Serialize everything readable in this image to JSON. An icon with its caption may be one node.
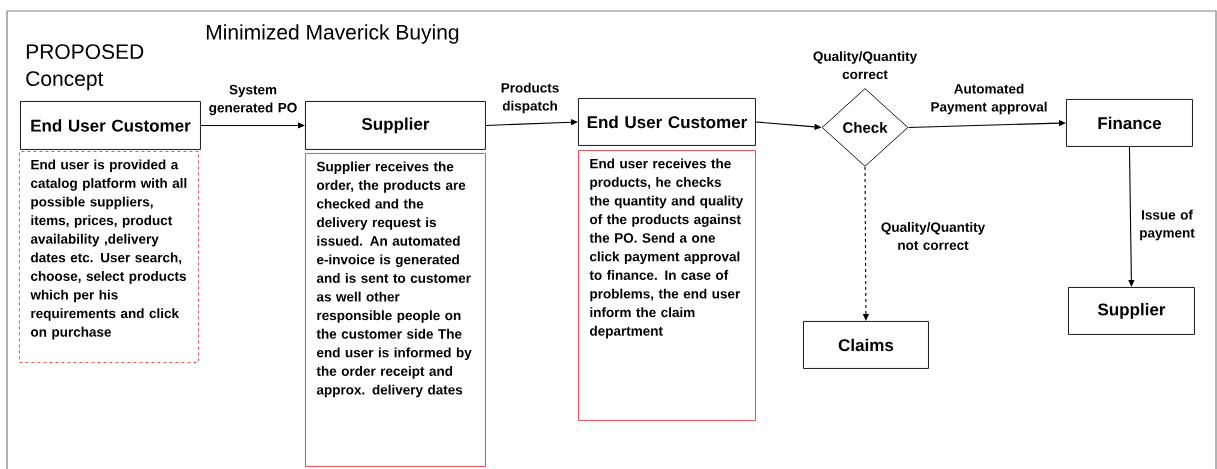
{
  "diagram": {
    "title": "Minimized Maverick Buying",
    "nodes": [
      {
        "text": [
          "End User Customer"
        ]
      },
      {
        "text": [
          "End user is provided a catalog platform with all possible suppliers, items, prices, product availability ,delivery dates etc. User search, choose, select products which per his requirements and click on purchase"
        ]
      },
      {
        "text": [
          "Supplier"
        ]
      },
      {
        "text": [
          "Supplier receives the order, the products are checked and the delivery request is issued. An automated e-invoice is generated and is sent to customer as well other responsible people on the customer side The end user is informed by the order receipt and approx. delivery dates"
        ]
      },
      {
        "text": [
          "End User Customer"
        ]
      },
      {
        "text": [
          "End user receives the products, he checks the quantity and quality of the products against the PO. Send a one click payment approval to finance. In case of problems, the end user inform the claim department"
        ]
      },
      {
        "text": [
          "Check"
        ],
        "beside": [
          "Quality/Quantity correct"
        ]
      },
      {
        "text": [
          "Finance"
        ]
      },
      {
        "text": [
          "Claims"
        ]
      },
      {
        "text": [
          "Supplier"
        ]
      }
    ],
    "edges": [
      {
        "from": 0,
        "to": 2,
        "arrow": "to",
        "label": "System generated PO"
      },
      {
        "from": 2,
        "to": 4,
        "arrow": "to",
        "label": "Products dispatch"
      },
      {
        "from": 4,
        "to": 6,
        "arrow": "to"
      },
      {
        "from": 6,
        "to": 7,
        "arrow": "to",
        "label": "Automated Payment approval"
      },
      {
        "from": 6,
        "to": 8,
        "arrow": "to",
        "label": "Quality/Quantity not correct",
        "style": "dashed"
      },
      {
        "from": 7,
        "to": 9,
        "arrow": "to",
        "label": "Issue of payment"
      }
    ],
    "labels": [
      "PROPOSED Concept"
    ]
  }
}
